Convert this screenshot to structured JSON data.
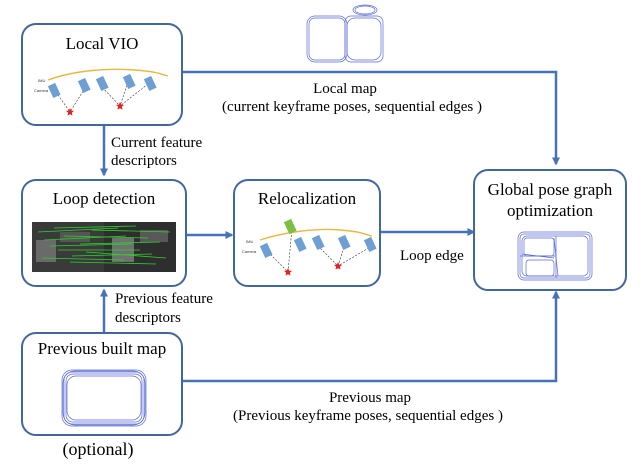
{
  "nodes": {
    "local_vio": {
      "title": "Local VIO"
    },
    "loop_detection": {
      "title": "Loop detection"
    },
    "relocalization": {
      "title": "Relocalization"
    },
    "global_opt": {
      "title_line1": "Global pose graph",
      "title_line2": "optimization"
    },
    "previous_map": {
      "title": "Previous built map",
      "note": "(optional)"
    }
  },
  "edges": {
    "local_map": {
      "line1": "Local map",
      "line2": "(current keyframe poses, sequential edges )"
    },
    "current_descriptors": {
      "line1": "Current feature",
      "line2": "descriptors"
    },
    "previous_descriptors": {
      "line1": "Previous feature",
      "line2": "descriptors"
    },
    "loop_edge": {
      "label": "Loop edge"
    },
    "previous_map": {
      "line1": "Previous map",
      "line2": "(Previous keyframe poses, sequential edges )"
    }
  },
  "illustration_text": {
    "imu": "IMU",
    "camera": "Camera"
  },
  "colors": {
    "box_border": "#41679d",
    "arrow": "#4673b5",
    "trajectory": "#3b4fcf",
    "feature_line": "#2fd12f",
    "landmark": "#e02424",
    "imu_curve": "#e6b93f",
    "camera": "#6d9fd3"
  }
}
